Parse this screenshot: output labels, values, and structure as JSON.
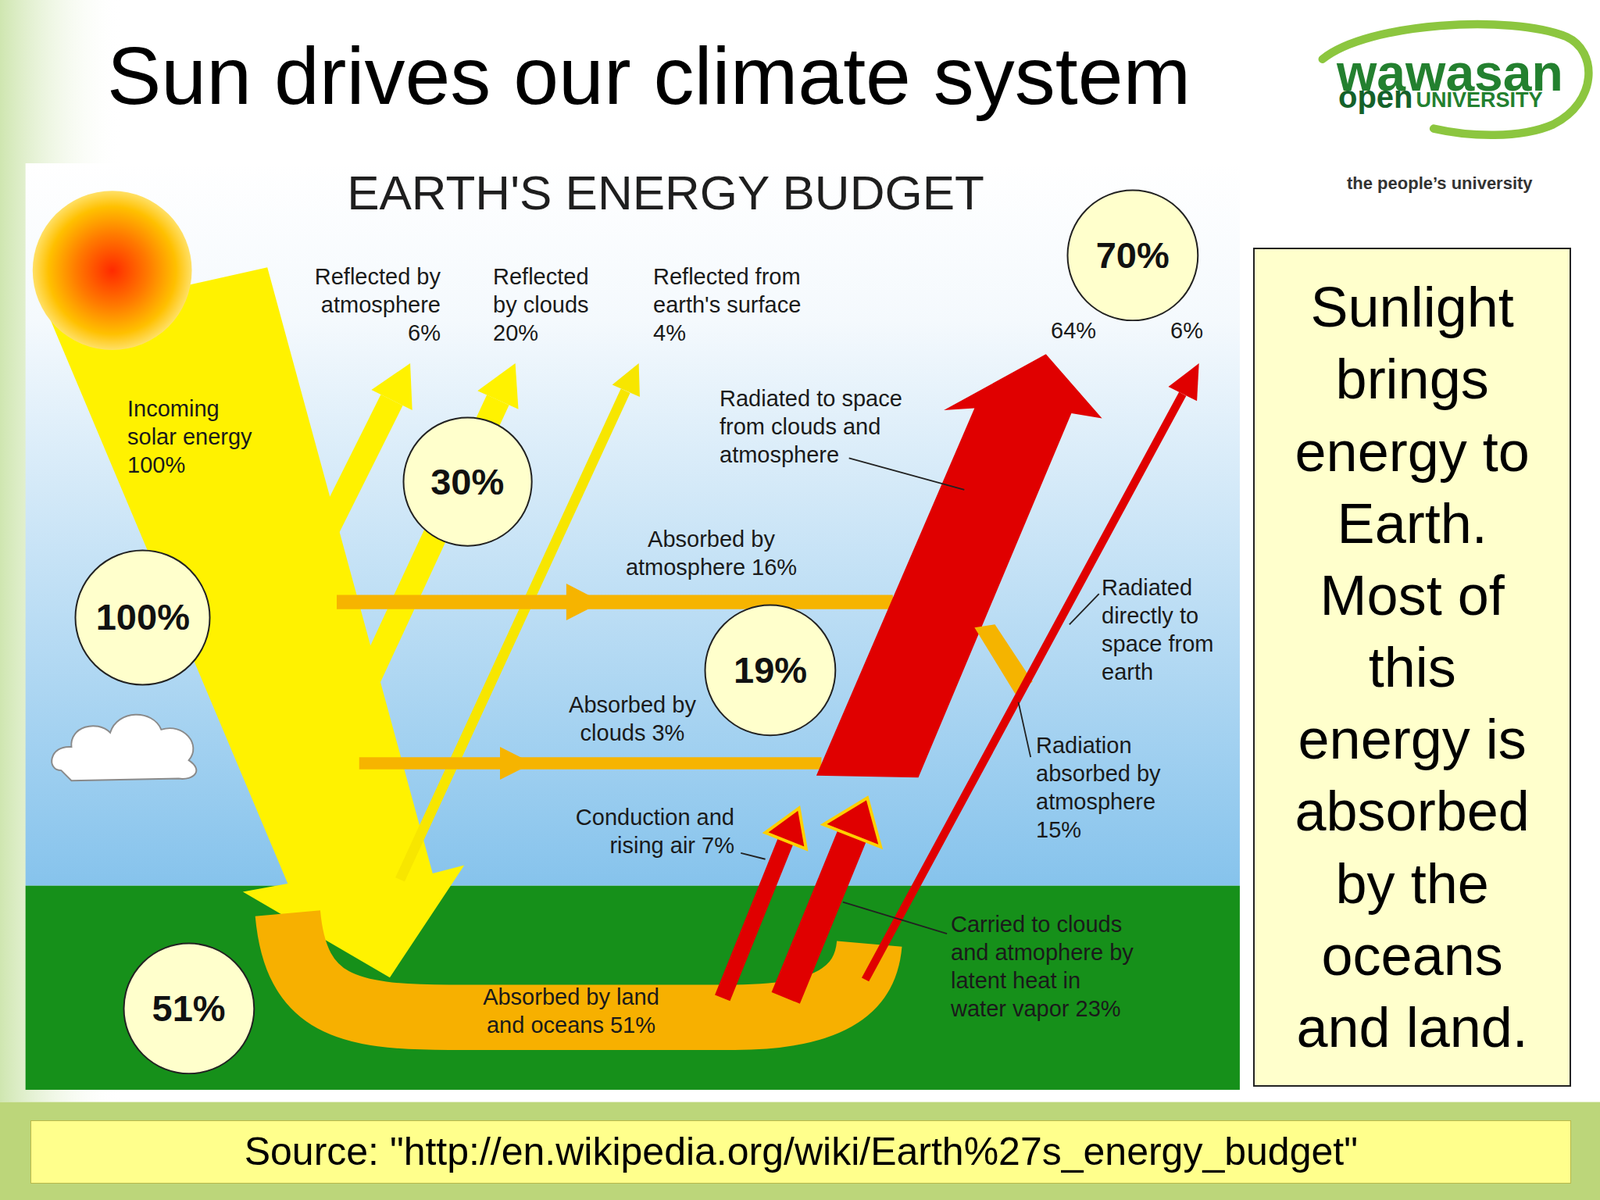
{
  "diagram": {
    "title": "Sun drives our climate system",
    "nodes": [
      {
        "text": [
          "70%"
        ]
      },
      {
        "text": [
          "Sunlight brings energy to Earth. Most of this energy is absorbed by the oceans and land."
        ]
      },
      {
        "text": [
          "30%"
        ]
      },
      {
        "text": [
          "100%"
        ]
      },
      {
        "text": [
          "19%"
        ]
      },
      {
        "text": [
          "51%"
        ]
      },
      {
        "text": [
          "Source: \"http://en.wikipedia.org/wiki/Earth%27s_energy_budget\""
        ]
      }
    ],
    "labels": [
      "wawasan",
      "open",
      "UNIVERSITY",
      "the people’s university",
      "EARTH'S ENERGY BUDGET",
      "Reflected by atmosphere 6%",
      "Reflected by clouds 20%",
      "Reflected from earth's surface 4%",
      "64%",
      "6%",
      "Incoming solar energy 100%",
      "Radiated to space from clouds and atmosphere",
      "Absorbed by atmosphere 16%",
      "Radiated directly to space from earth",
      "Absorbed by clouds 3%",
      "Radiation absorbed by atmosphere 15%",
      "Conduction and rising air 7%",
      "Carried to clouds and atmophere by latent heat in water vapor 23%",
      "Absorbed by land and oceans 51%"
    ]
  }
}
